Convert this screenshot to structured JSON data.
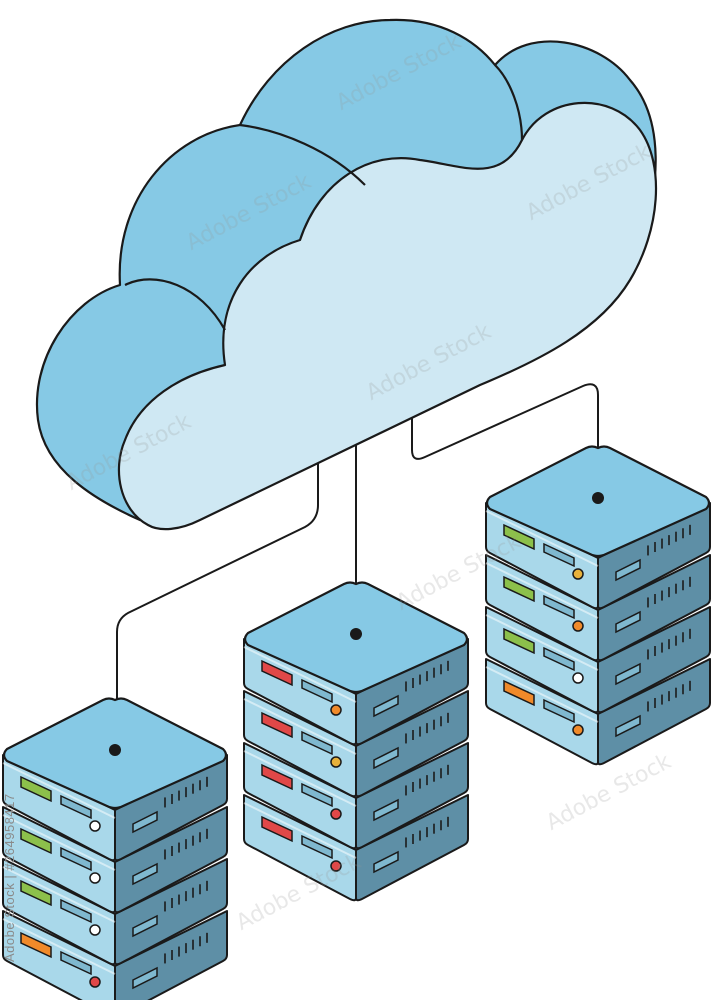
{
  "illustration": {
    "subject": "cloud-connected-server-racks",
    "colors": {
      "outline": "#1a1a1a",
      "cloud_front": "#cfe8f3",
      "cloud_side": "#86c9e5",
      "server_top": "#86c9e5",
      "server_body_front": "#a9d8ea",
      "server_body_side": "#5e8fa6",
      "slot": "#7fb8cf",
      "led_green": "#8cc04b",
      "led_red": "#e04848",
      "led_orange": "#f08a2a",
      "led_yellow": "#e8b13a"
    },
    "servers": [
      {
        "id": "left",
        "bars": [
          "green",
          "green",
          "green",
          "orange"
        ],
        "dots": [
          "outline",
          "outline",
          "outline",
          "red"
        ]
      },
      {
        "id": "middle",
        "bars": [
          "red",
          "red",
          "red",
          "red"
        ],
        "dots": [
          "orange",
          "yellow",
          "red",
          "red"
        ]
      },
      {
        "id": "right",
        "bars": [
          "green",
          "green",
          "green",
          "orange"
        ],
        "dots": [
          "yellow",
          "orange",
          "outline",
          "orange"
        ]
      }
    ]
  },
  "watermark": {
    "text": "Adobe Stock"
  },
  "stock_id": "Adobe Stock | #264958417"
}
